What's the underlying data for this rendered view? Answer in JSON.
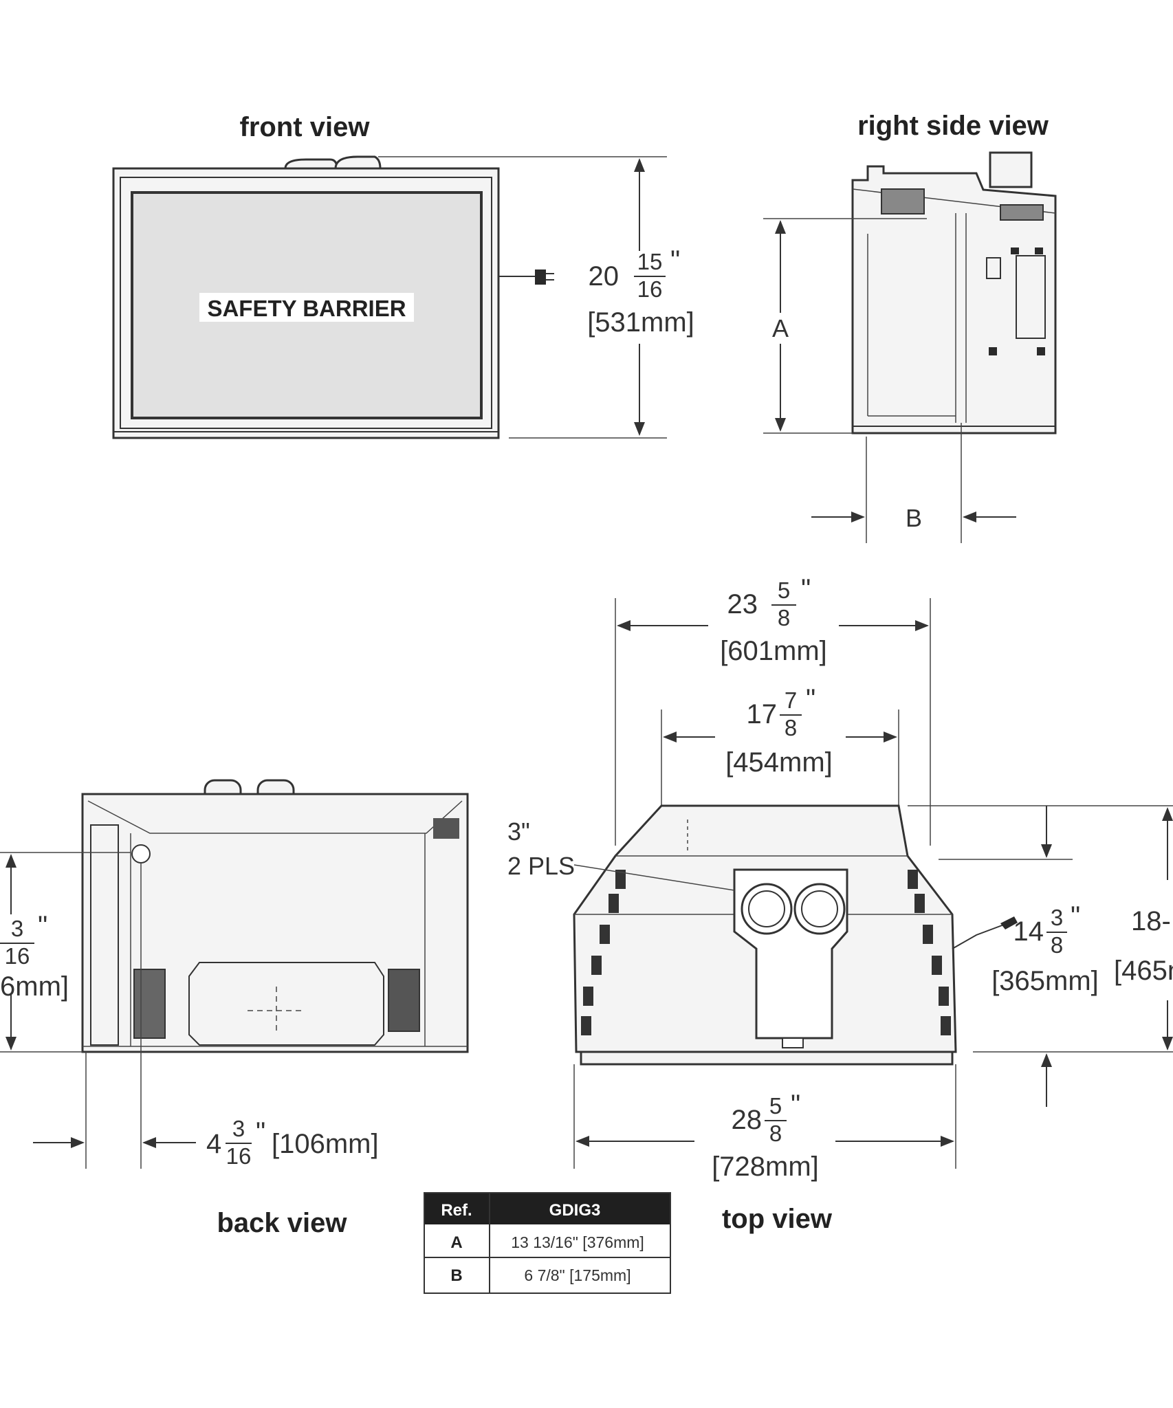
{
  "views": {
    "front": {
      "title": "front view",
      "panel_label": "SAFETY BARRIER",
      "height_whole": "20",
      "height_num": "15",
      "height_den": "16",
      "height_mm": "[531mm]"
    },
    "right_side": {
      "title": "right side view",
      "label_a": "A",
      "label_b": "B"
    },
    "back": {
      "title": "back view",
      "left_num": "3",
      "left_den": "16",
      "left_mm": "6mm]",
      "offset_whole": "4",
      "offset_num": "3",
      "offset_den": "16",
      "offset_mm": "[106mm]"
    },
    "top": {
      "title": "top view",
      "overall_whole": "23",
      "overall_num": "5",
      "overall_den": "8",
      "overall_mm": "[601mm]",
      "inner_whole": "17",
      "inner_num": "7",
      "inner_den": "8",
      "inner_mm": "[454mm]",
      "vent_size": "3\"",
      "vent_count": "2 PLS",
      "depth_whole": "14",
      "depth_num": "3",
      "depth_den": "8",
      "depth_mm": "[365mm]",
      "total_depth_whole": "18-",
      "total_depth_mm": "[465n",
      "width_whole": "28",
      "width_num": "5",
      "width_den": "8",
      "width_mm": "[728mm]"
    }
  },
  "table": {
    "headers": [
      "Ref.",
      "GDIG3"
    ],
    "rows": [
      {
        "ref": "A",
        "value": "13 13/16\" [376mm]"
      },
      {
        "ref": "B",
        "value": "6 7/8\" [175mm]"
      }
    ]
  },
  "colors": {
    "line": "#333333",
    "panel": "#e1e1e1",
    "table_header": "#1f1f1f"
  }
}
